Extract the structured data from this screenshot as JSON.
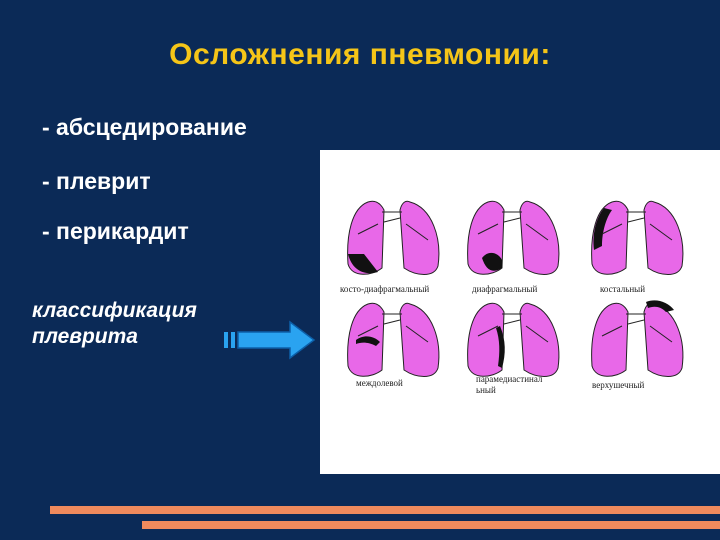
{
  "title": "Осложнения пневмонии:",
  "bullets": [
    "- абсцедирование",
    "- плеврит",
    "- перикардит"
  ],
  "classification": "классификация плеврита",
  "figure_captions": [
    "косто-диафрагмальный",
    "диафрагмальный",
    "костальный",
    "междолевой",
    "парамедиастинальный",
    "верхушечный"
  ],
  "colors": {
    "background": "#0b2a57",
    "title": "#f5c518",
    "lung": "#e868e8",
    "arrow": "#2aa3f0",
    "footer_bars": "#f08a5d"
  }
}
